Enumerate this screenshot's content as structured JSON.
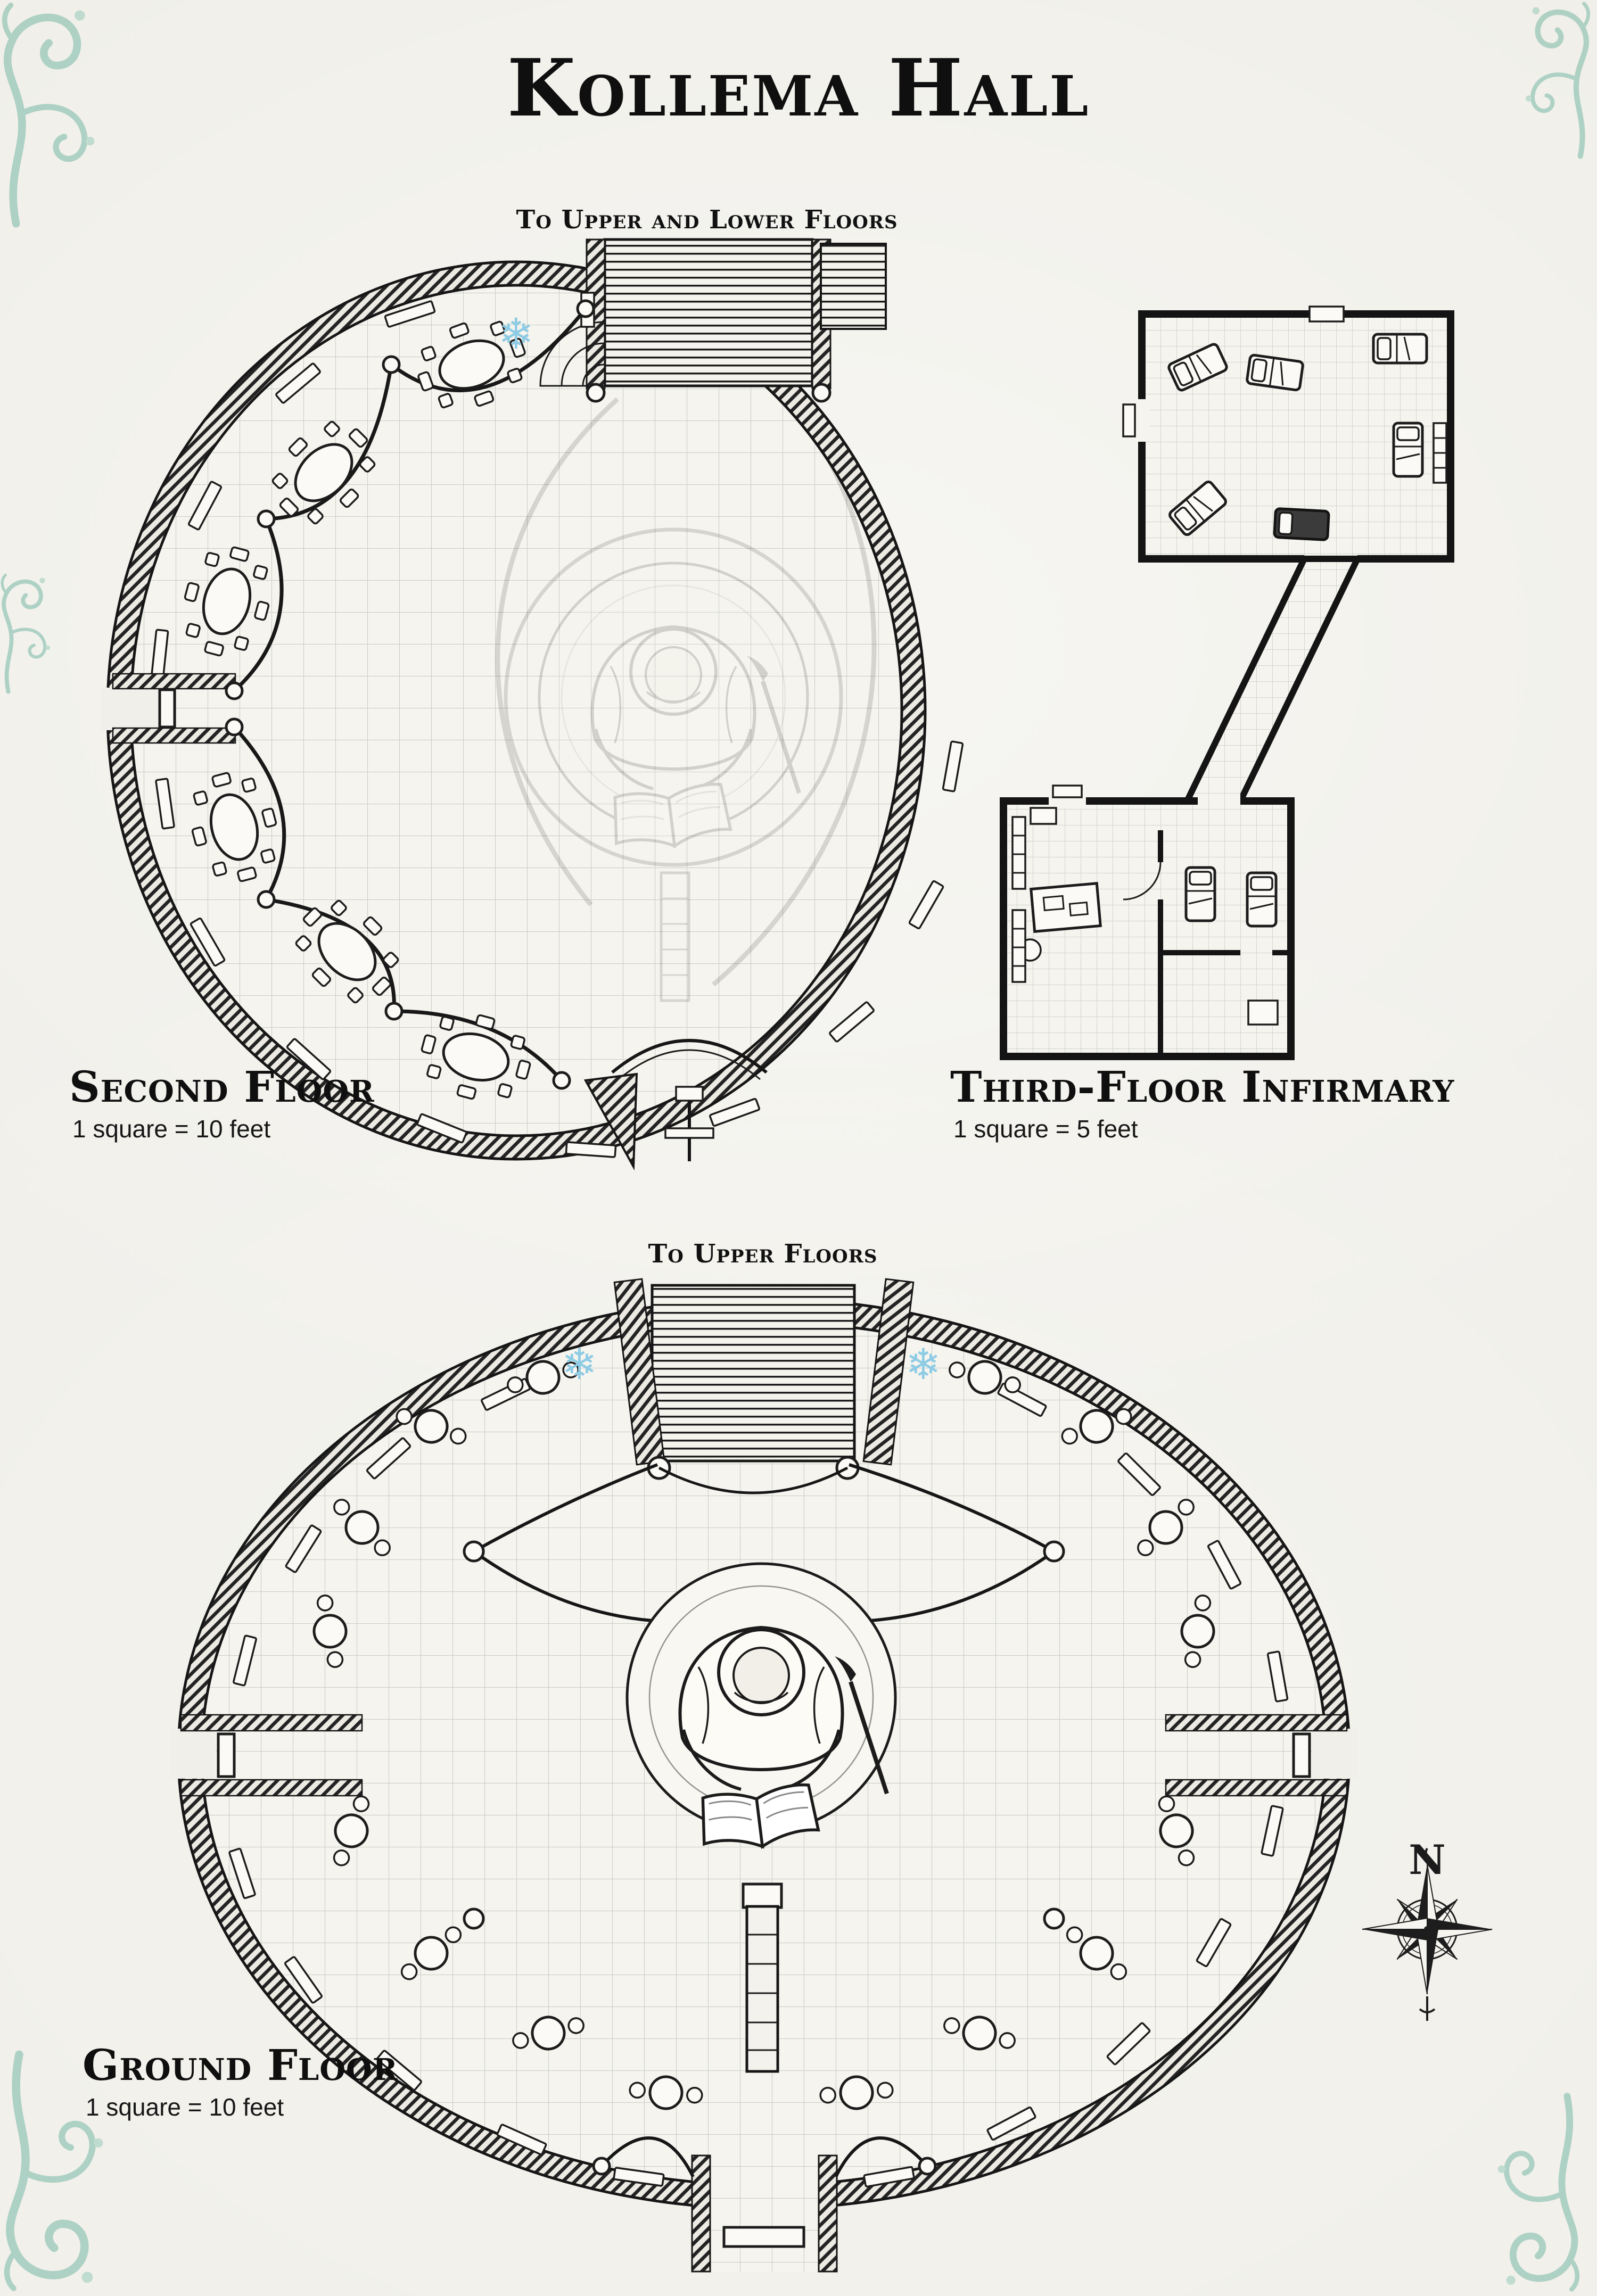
{
  "page": {
    "title": "Kollema Hall"
  },
  "second_floor": {
    "stairs_label": "To Upper and Lower Floors",
    "title": "Second Floor",
    "scale": "1 square = 10 feet"
  },
  "infirmary": {
    "title": "Third-Floor Infirmary",
    "scale": "1 square = 5 feet"
  },
  "ground_floor": {
    "stairs_label": "To Upper Floors",
    "title": "Ground Floor",
    "scale": "1 square = 10 feet"
  },
  "compass": {
    "north_label": "N"
  },
  "icons": {
    "snowflake": "❄"
  },
  "colors": {
    "ink": "#1a1a1a",
    "paper": "#f0efe9",
    "grid": "#c8ccc6",
    "accent_teal": "#9ecabc",
    "snowflake_blue": "#8ecbe4"
  }
}
